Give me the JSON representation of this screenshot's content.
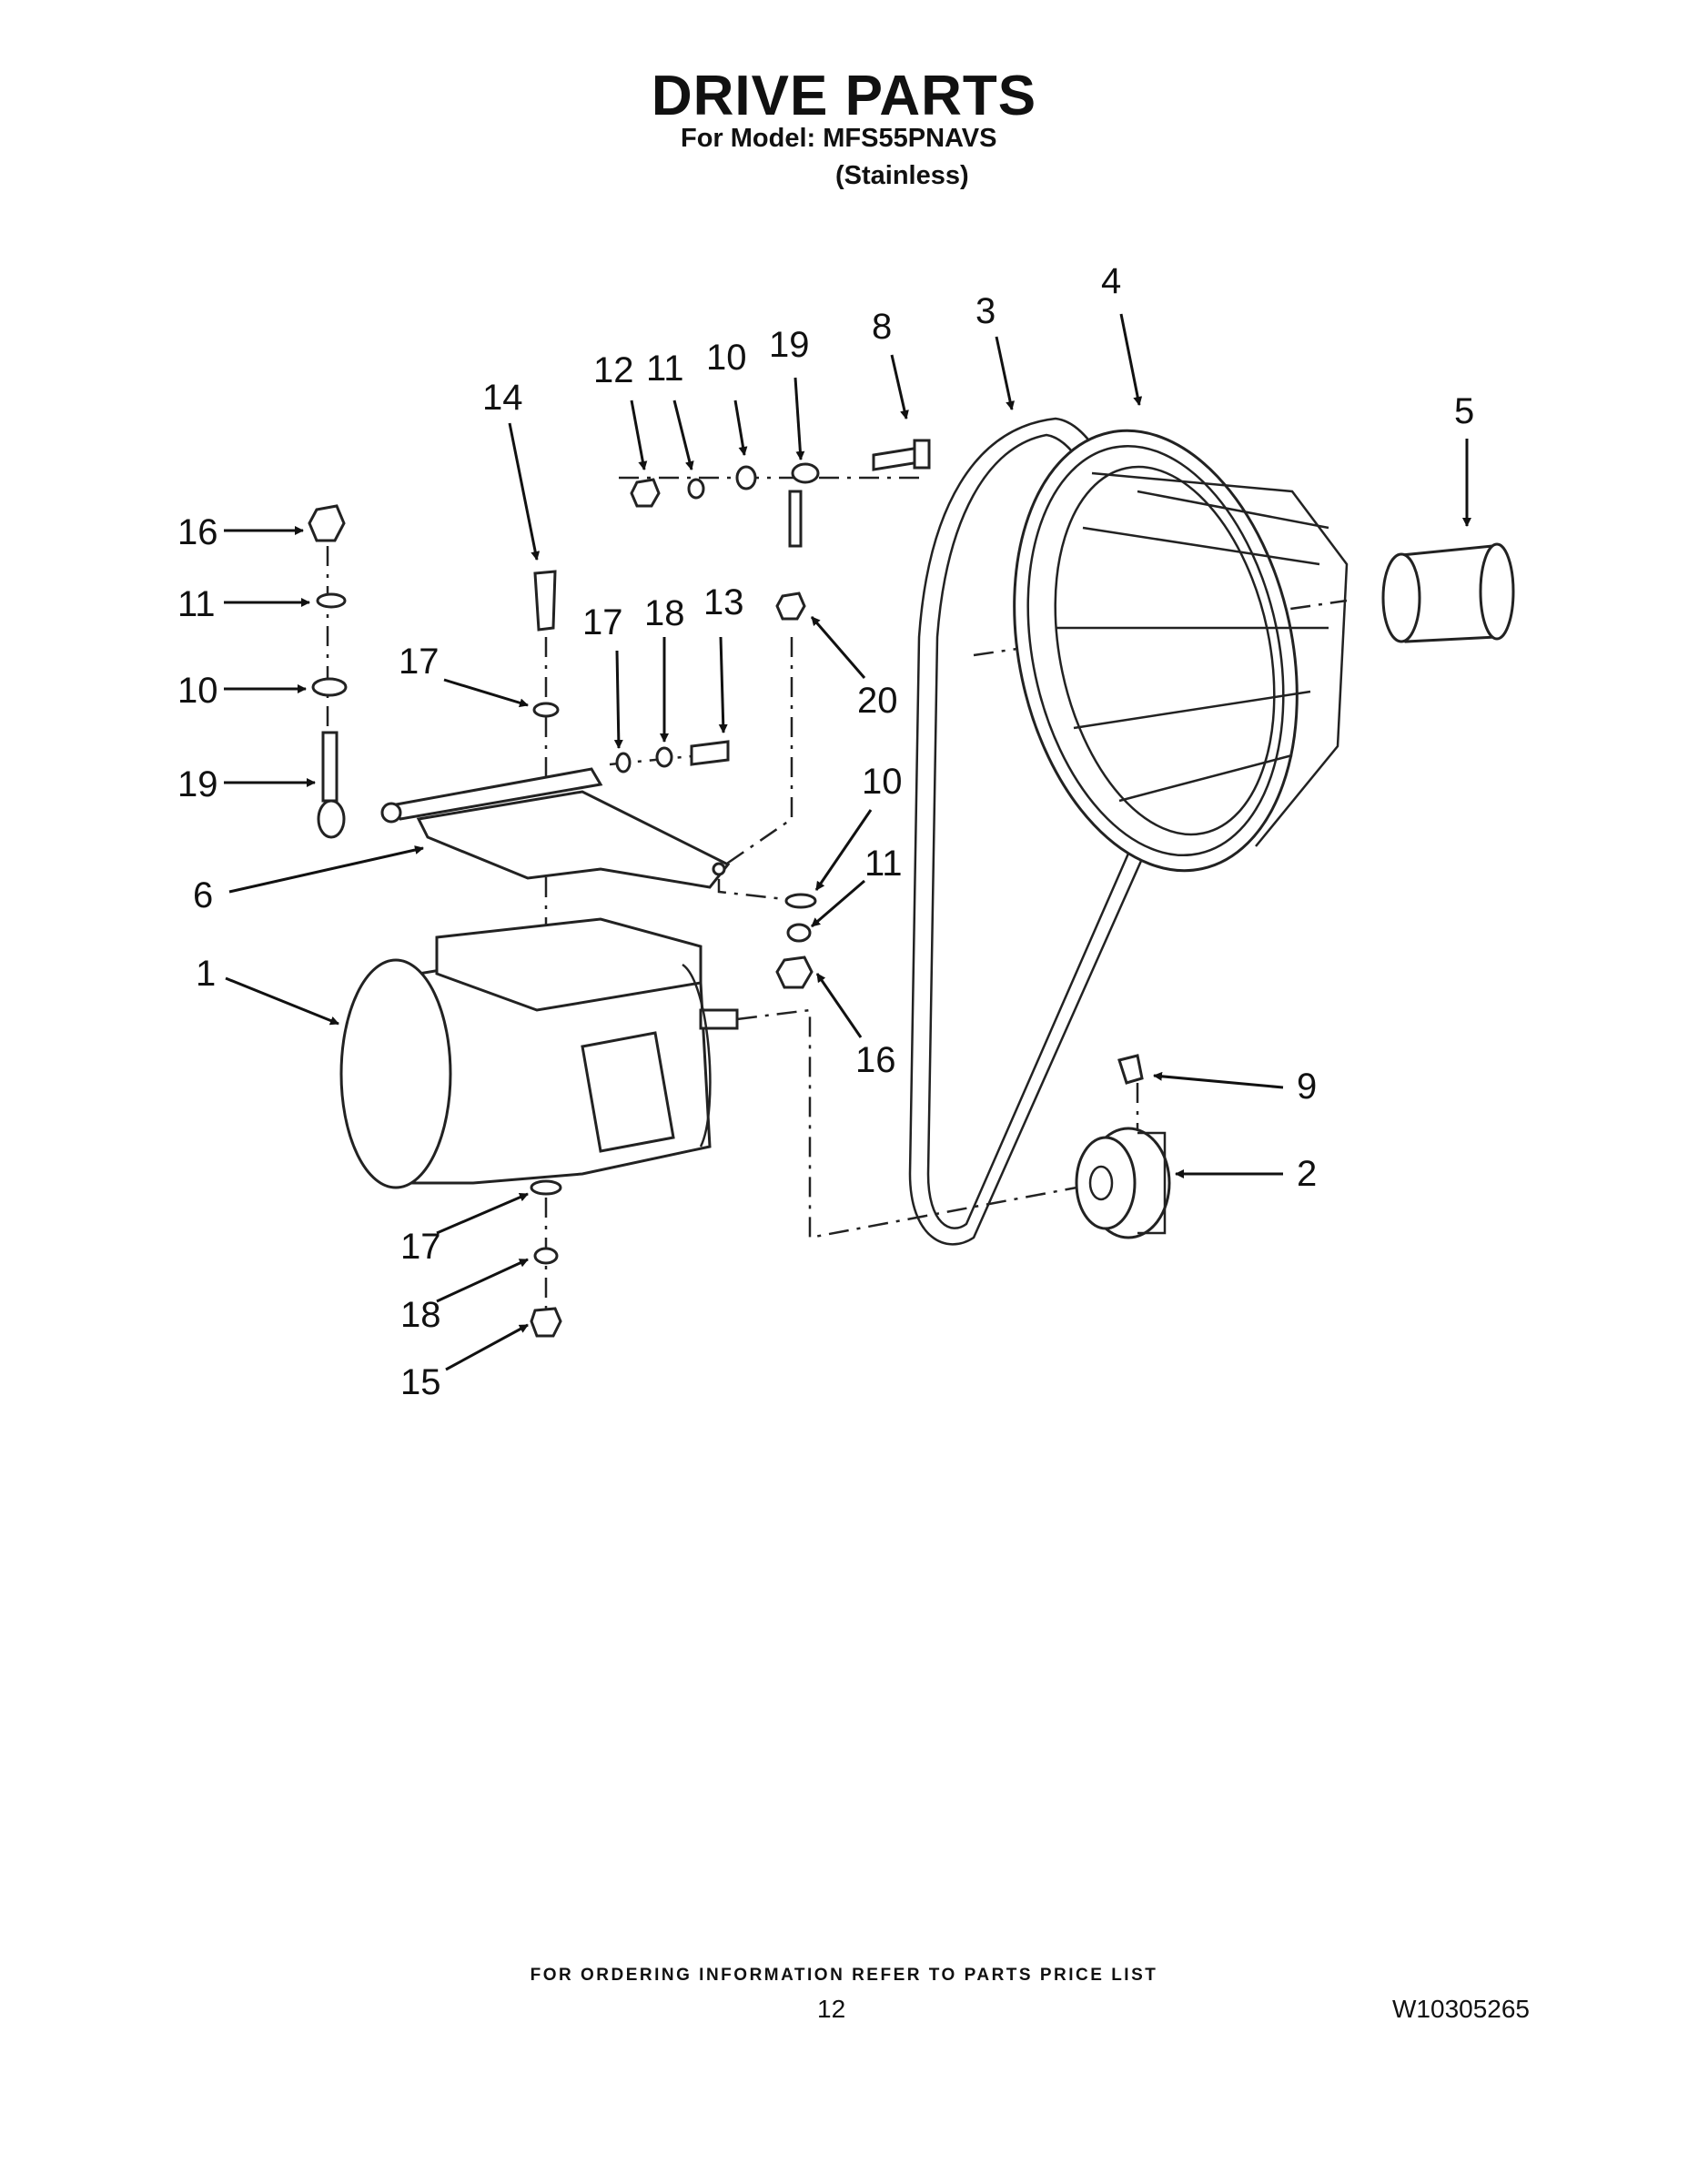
{
  "header": {
    "title": "DRIVE PARTS",
    "model_line": "For Model: MFS55PNAVS",
    "variant_line": "(Stainless)"
  },
  "callouts": [
    "1",
    "2",
    "3",
    "4",
    "5",
    "6",
    "8",
    "9",
    "10",
    "10",
    "10",
    "11",
    "11",
    "11",
    "12",
    "13",
    "14",
    "15",
    "16",
    "16",
    "17",
    "17",
    "17",
    "18",
    "18",
    "19",
    "19",
    "20"
  ],
  "footer": {
    "ordering_note": "FOR ORDERING INFORMATION REFER TO PARTS PRICE LIST",
    "page_number": "12",
    "document_number": "W10305265"
  }
}
